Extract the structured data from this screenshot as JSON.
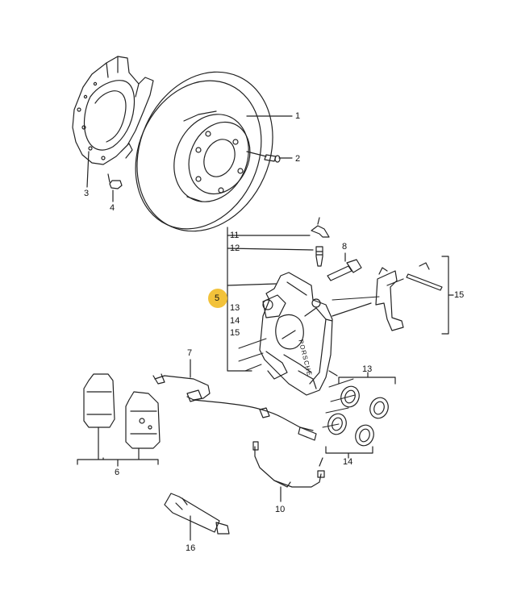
{
  "diagram": {
    "highlight_color": "#f2c23a",
    "line_color": "#222222",
    "labels": {
      "p1": "1",
      "p2": "2",
      "p3": "3",
      "p4": "4",
      "p5": "5",
      "p6": "6",
      "p7": "7",
      "p8": "8",
      "p10": "10",
      "p11": "11",
      "p12": "12",
      "p13a": "13",
      "p14a": "14",
      "p15a": "15",
      "p13b": "13",
      "p14b": "14",
      "p15b": "15",
      "p16": "16"
    },
    "caliper_text": "PORSCHE"
  }
}
